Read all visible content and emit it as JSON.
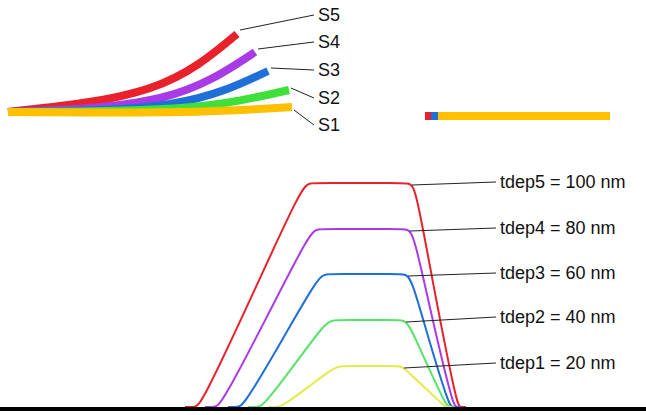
{
  "diagram": {
    "labels": [
      "S5",
      "S4",
      "S3",
      "S2",
      "S1",
      "tdep5 = 100 nm",
      "tdep4 = 80 nm",
      "tdep3 = 60 nm",
      "tdep2 = 40 nm",
      "tdep1 = 20 nm"
    ]
  }
}
